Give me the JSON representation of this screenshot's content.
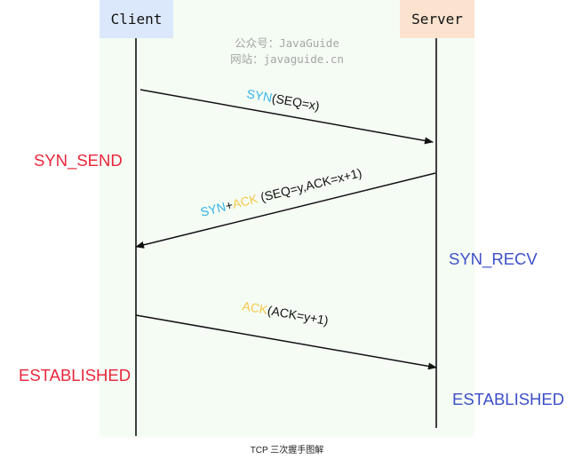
{
  "header": {
    "client_label": "Client",
    "server_label": "Server"
  },
  "watermark": {
    "line1": "公众号：JavaGuide",
    "line2": "网站：javaguide.cn"
  },
  "messages": {
    "m1": {
      "syn": "SYN",
      "rest": "(SEQ=x)"
    },
    "m2": {
      "syn": "SYN",
      "plus": "+",
      "ack": "ACK",
      "rest": " (SEQ=y,ACK=x+1)"
    },
    "m3": {
      "ack": "ACK",
      "rest": "(ACK=y+1)"
    }
  },
  "client_states": {
    "syn_send": "SYN_SEND",
    "established": "ESTABLISHED"
  },
  "server_states": {
    "syn_recv": "SYN_RECV",
    "established": "ESTABLISHED"
  },
  "colors": {
    "syn": "#35b4e8",
    "ack": "#f5c84a",
    "client_state": "#e8263a",
    "server_state": "#3d4fc9"
  },
  "caption": "TCP 三次握手图解"
}
